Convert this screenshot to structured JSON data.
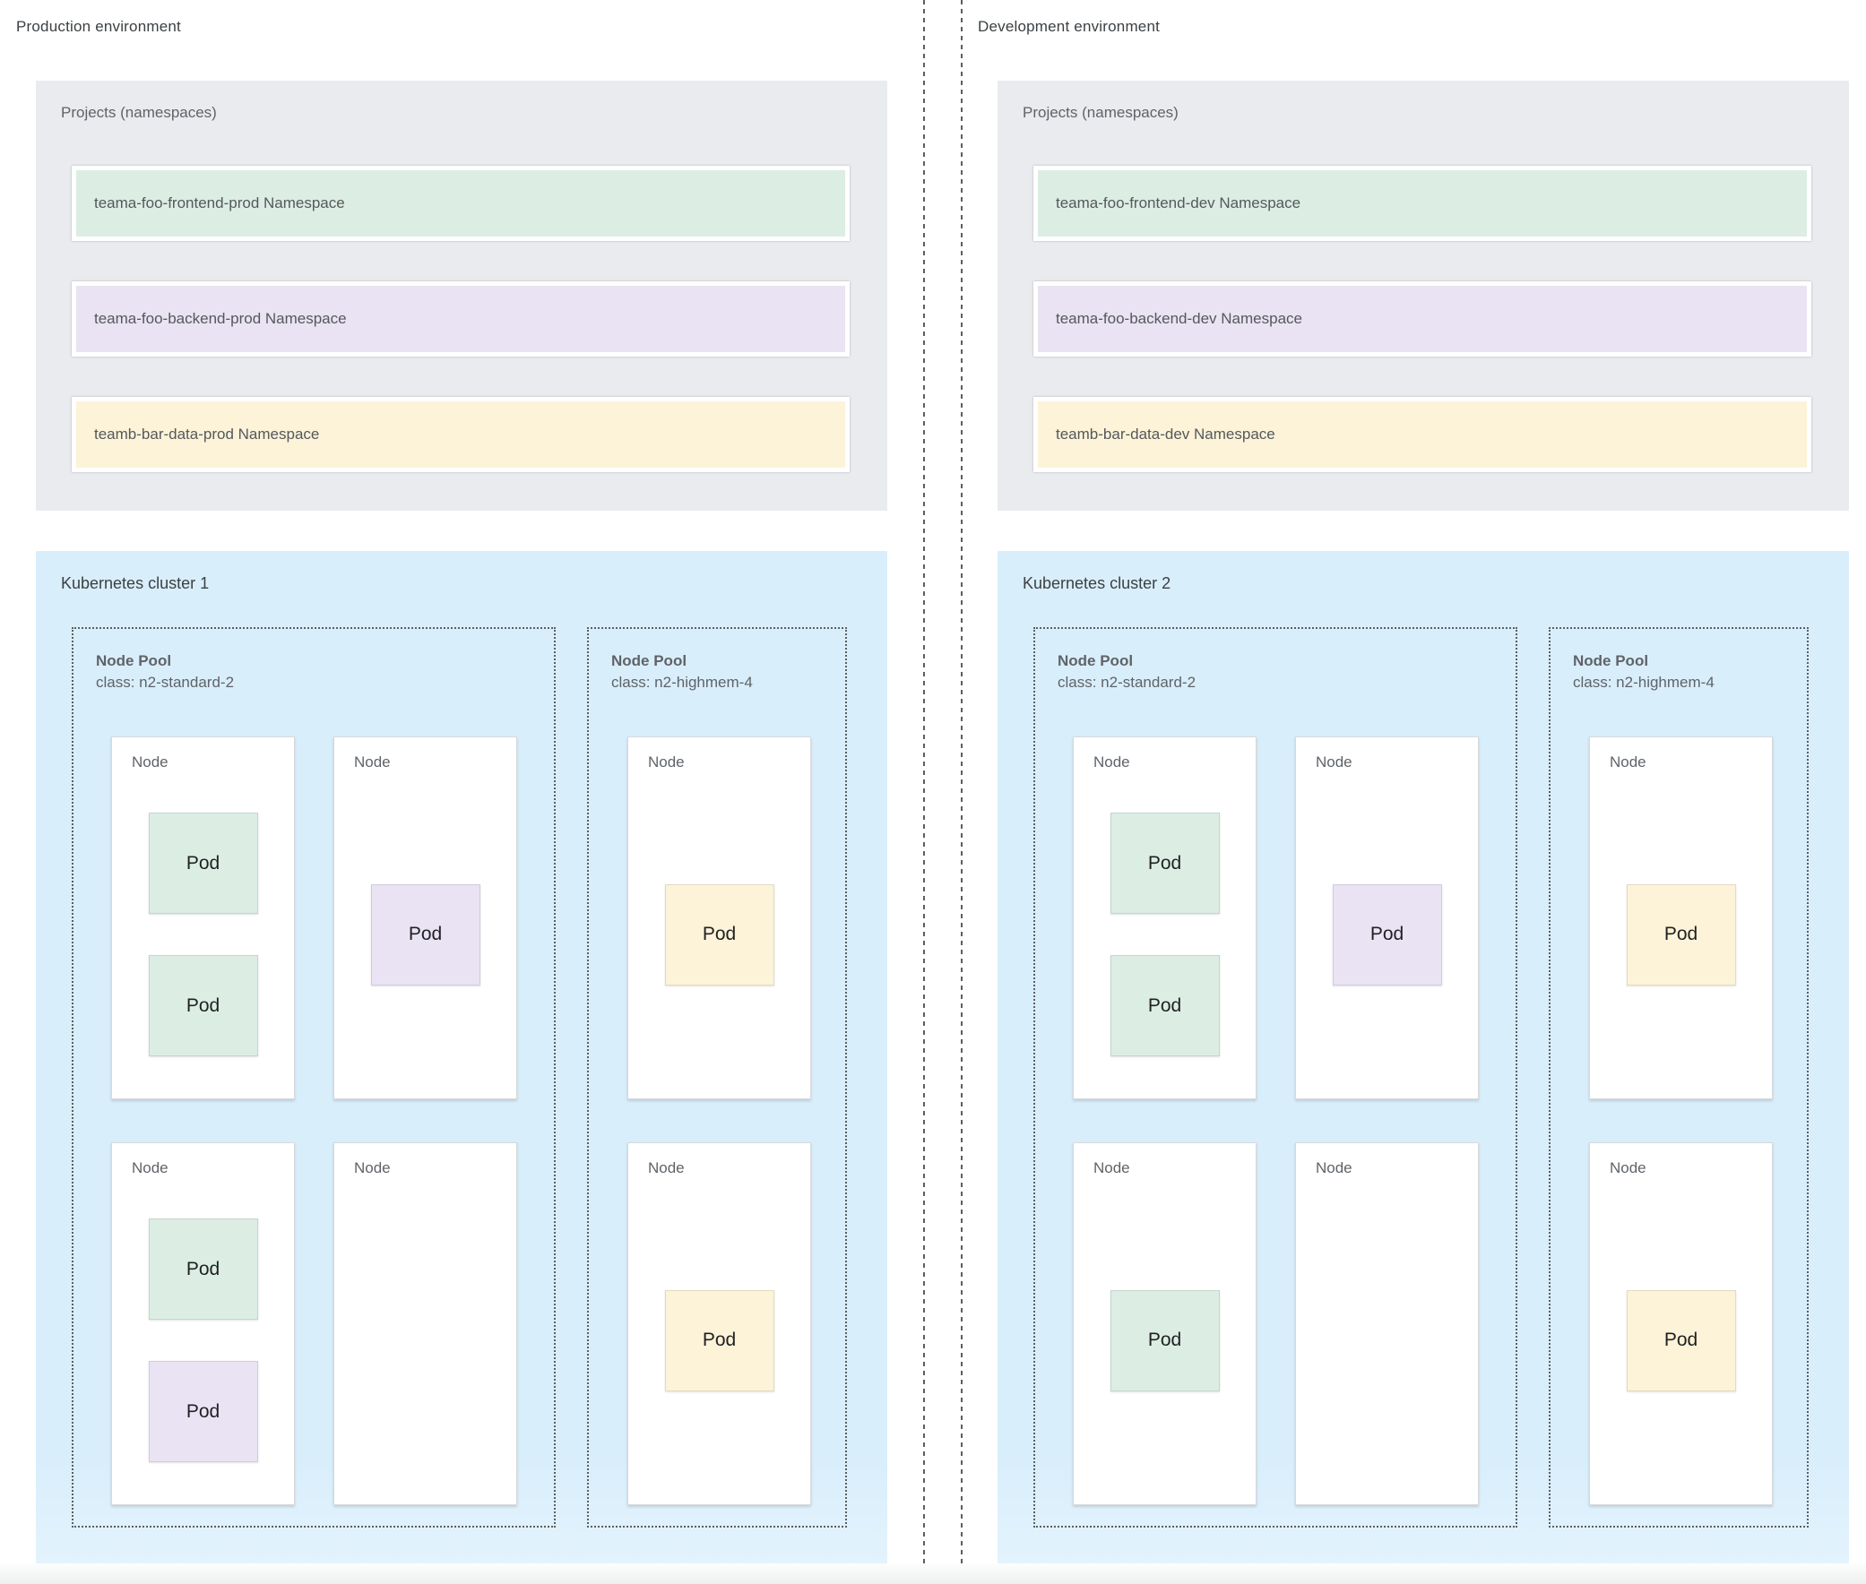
{
  "labels": {
    "node": "Node",
    "pod": "Pod"
  },
  "colors": {
    "green": "#dceee4",
    "purple": "#e9e3f3",
    "yellow": "#fcf3d8",
    "projects_bg": "#e9ebee",
    "cluster_bg": "#d9eefb",
    "dashed_border": "#5b5e63",
    "title_text": "#3c4043",
    "label_text": "#5f6368",
    "pod_text": "#1f2023"
  },
  "environments": [
    {
      "title": "Production environment",
      "projects": {
        "label": "Projects (namespaces)",
        "namespaces": [
          {
            "label": "teama-foo-frontend-prod Namespace",
            "color": "green"
          },
          {
            "label": "teama-foo-backend-prod Namespace",
            "color": "purple"
          },
          {
            "label": "teamb-bar-data-prod Namespace",
            "color": "yellow"
          }
        ]
      },
      "cluster": {
        "title": "Kubernetes cluster 1",
        "pools": [
          {
            "name": "Node Pool",
            "class_line": "class: n2-standard-2",
            "nodes": [
              {
                "pods": [
                  {
                    "color": "green"
                  },
                  {
                    "color": "green"
                  }
                ]
              },
              {
                "pods": [
                  {
                    "color": "purple"
                  }
                ]
              },
              {
                "pods": [
                  {
                    "color": "green"
                  },
                  {
                    "color": "purple"
                  }
                ]
              },
              {
                "pods": []
              }
            ]
          },
          {
            "name": "Node Pool",
            "class_line": "class: n2-highmem-4",
            "nodes": [
              {
                "pods": [
                  {
                    "color": "yellow"
                  }
                ]
              },
              {
                "pods": [
                  {
                    "color": "yellow"
                  }
                ]
              }
            ]
          }
        ]
      }
    },
    {
      "title": "Development environment",
      "projects": {
        "label": "Projects (namespaces)",
        "namespaces": [
          {
            "label": "teama-foo-frontend-dev Namespace",
            "color": "green"
          },
          {
            "label": "teama-foo-backend-dev Namespace",
            "color": "purple"
          },
          {
            "label": "teamb-bar-data-dev Namespace",
            "color": "yellow"
          }
        ]
      },
      "cluster": {
        "title": "Kubernetes cluster 2",
        "pools": [
          {
            "name": "Node Pool",
            "class_line": "class: n2-standard-2",
            "nodes": [
              {
                "pods": [
                  {
                    "color": "green"
                  },
                  {
                    "color": "green"
                  }
                ]
              },
              {
                "pods": [
                  {
                    "color": "purple"
                  }
                ]
              },
              {
                "pods": [
                  {
                    "color": "green"
                  }
                ]
              },
              {
                "pods": []
              }
            ]
          },
          {
            "name": "Node Pool",
            "class_line": "class: n2-highmem-4",
            "nodes": [
              {
                "pods": [
                  {
                    "color": "yellow"
                  }
                ]
              },
              {
                "pods": [
                  {
                    "color": "yellow"
                  }
                ]
              }
            ]
          }
        ]
      }
    }
  ]
}
